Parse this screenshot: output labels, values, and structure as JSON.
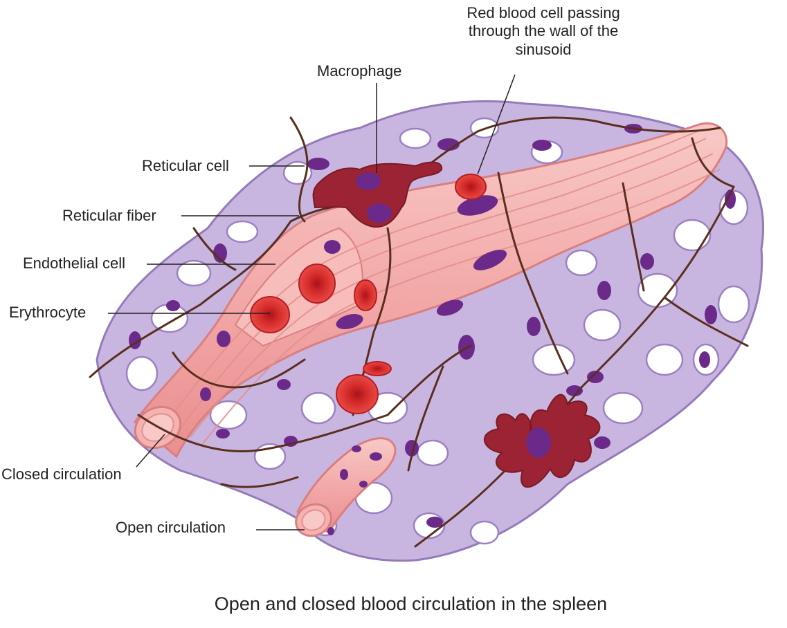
{
  "labels": {
    "red_blood_cell_passing": "Red blood cell passing through the wall of the sinusoid",
    "macrophage": "Macrophage",
    "reticular_cell": "Reticular cell",
    "reticular_fiber": "Reticular fiber",
    "endothelial_cell": "Endothelial cell",
    "erythrocyte": "Erythrocyte",
    "closed_circulation": "Closed circulation",
    "open_circulation": "Open circulation"
  },
  "caption": "Open and closed blood circulation in the spleen",
  "colors": {
    "reticular_mesh": "#c7b3df",
    "reticular_edge": "#8e74b8",
    "nucleus": "#6b2a8a",
    "reticular_fiber": "#5a2e1e",
    "sinusoid": "#f2a9a8",
    "sinusoid_edge": "#d97f80",
    "erythrocyte": "#d42a2a",
    "macrophage": "#9b2333",
    "text": "#231f20"
  }
}
